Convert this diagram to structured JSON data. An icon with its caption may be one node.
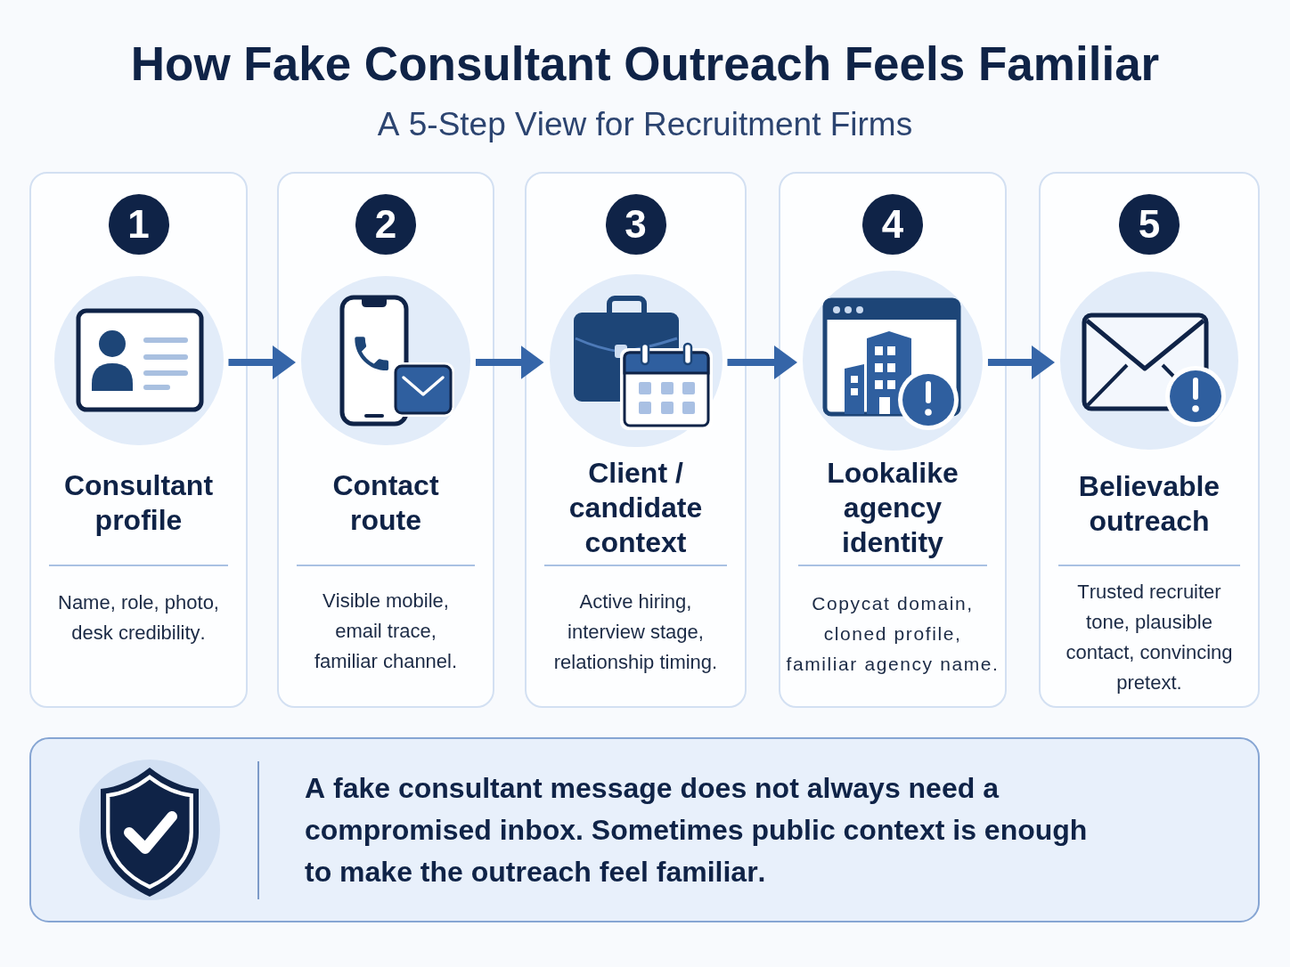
{
  "diagram": {
    "title": "How Fake Consultant Outreach Feels Familiar",
    "nodes": [
      {
        "text": [
          "Consultant profile",
          "Name, role, photo, desk credibility."
        ]
      },
      {
        "text": [
          "1"
        ],
        "in": 0
      },
      {
        "text": [],
        "shape": "circle",
        "in": 0
      },
      {
        "text": [
          "Contact route",
          "Visible mobile, email trace, familiar channel."
        ]
      },
      {
        "text": [
          "2"
        ],
        "in": 3
      },
      {
        "text": [],
        "shape": "circle",
        "in": 3
      },
      {
        "text": [
          "Client / candidate context",
          "Active hiring, interview stage, relationship timing."
        ]
      },
      {
        "text": [
          "3"
        ],
        "in": 6
      },
      {
        "text": [],
        "shape": "circle",
        "in": 6
      },
      {
        "text": [
          "Lookalike agency identity",
          "Copycat domain, cloned profile, familiar agency name."
        ]
      },
      {
        "text": [
          "4"
        ],
        "in": 9
      },
      {
        "text": [],
        "shape": "circle",
        "in": 9
      },
      {
        "text": [
          "Believable outreach",
          "Trusted recruiter tone, plausible contact, convincing pretext."
        ]
      },
      {
        "text": [
          "5"
        ],
        "in": 12
      },
      {
        "text": [],
        "shape": "circle",
        "in": 12
      },
      {
        "text": [
          "A fake consultant message does not always need a compromised inbox. Sometimes public context is enough to make the outreach feel familiar."
        ]
      }
    ],
    "edges": [
      {
        "from": 2,
        "to": 5,
        "arrow": "to"
      },
      {
        "from": 5,
        "to": 8,
        "arrow": "to"
      },
      {
        "from": 8,
        "to": 11,
        "arrow": "to"
      },
      {
        "from": 11,
        "to": 14,
        "arrow": "to"
      }
    ],
    "labels": [
      "A 5-Step View for Recruitment Firms"
    ]
  }
}
